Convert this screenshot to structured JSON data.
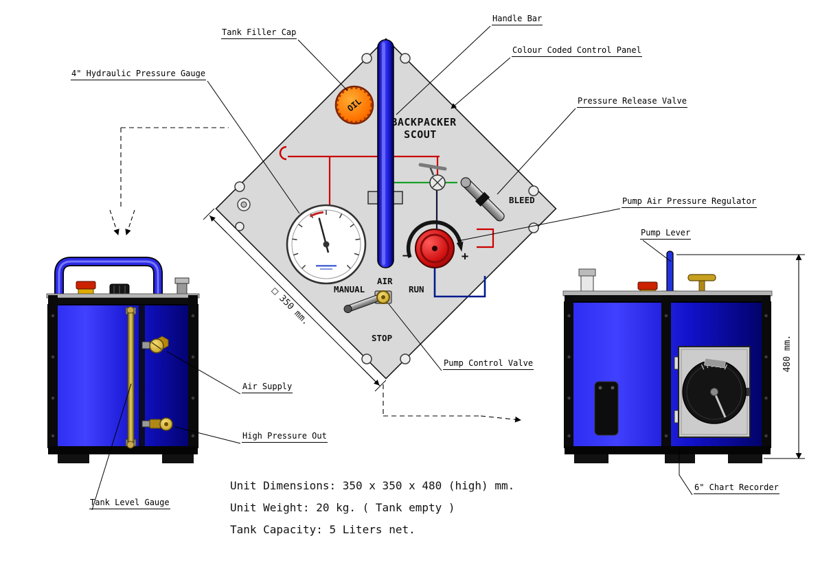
{
  "callouts": {
    "tank_filler_cap": "Tank Filler Cap",
    "handle_bar": "Handle Bar",
    "colour_coded_control_panel": "Colour Coded Control Panel",
    "pressure_release_valve": "Pressure Release Valve",
    "hydraulic_pressure_gauge": "4\" Hydraulic Pressure Gauge",
    "pump_air_pressure_regulator": "Pump Air Pressure Regulator",
    "pump_lever": "Pump Lever",
    "pump_control_valve": "Pump Control Valve",
    "air_supply": "Air Supply",
    "high_pressure_out": "High Pressure Out",
    "tank_level_gauge": "Tank Level Gauge",
    "chart_recorder": "6\" Chart Recorder"
  },
  "panel": {
    "title_line1": "BACKPACKER",
    "title_line2": "SCOUT",
    "oil_cap": "OIL",
    "bleed": "BLEED",
    "manual": "MANUAL",
    "air": "AIR",
    "run": "RUN",
    "stop": "STOP",
    "regulator_minus": "−",
    "regulator_plus": "+"
  },
  "dimensions": {
    "panel_width": "□ 350 mm.",
    "unit_height": "480 mm."
  },
  "specs": [
    "Unit Dimensions: 350 x 350 x 480 (high) mm.",
    "Unit Weight: 20 kg. ( Tank empty )",
    "Tank Capacity: 5 Liters net."
  ],
  "colors": {
    "panel_gray": "#d9d9d9",
    "handle_blue": "#2a2ae6",
    "tank_blue": "#1a1ad9",
    "knob_red": "#cc1414",
    "oil_cap_orange": "#ff7300",
    "brass_gold": "#d4af37",
    "pipe_red": "#cc0000",
    "pipe_green": "#18a028",
    "pipe_blue": "#001a8c"
  }
}
